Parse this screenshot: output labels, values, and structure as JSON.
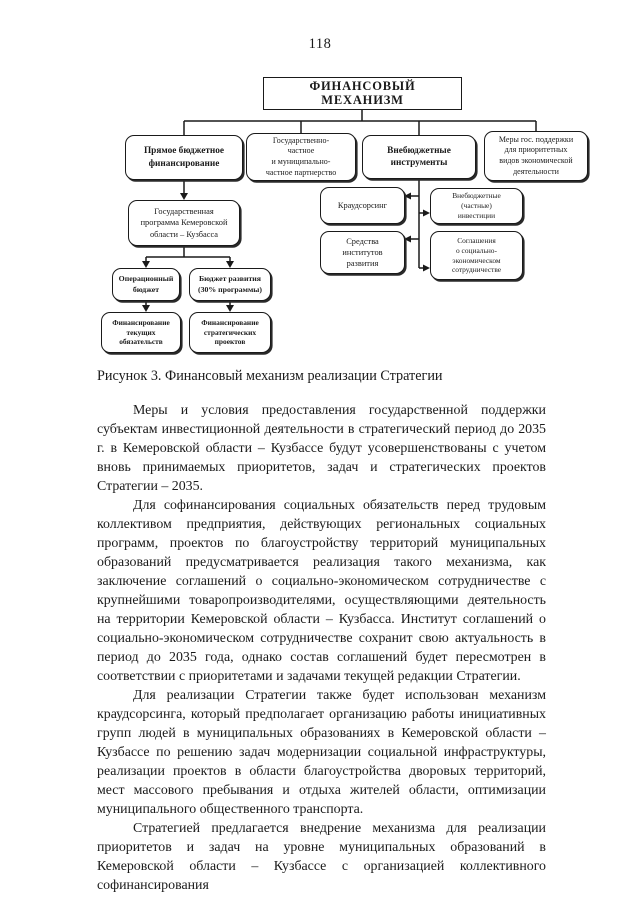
{
  "page": {
    "number": "118"
  },
  "diagram": {
    "root": "ФИНАНСОВЫЙ МЕХАНИЗМ",
    "branches": {
      "direct": "Прямое бюджетное\nфинансирование",
      "ppp": "Государственно-\nчастное\nи муниципально-\nчастное партнерство",
      "extrabudget": "Внебюджетные\nинструменты",
      "support": "Меры гос. поддержки\nдля приоритетных\nвидов экономической\nдеятельности"
    },
    "left": {
      "program": "Государственная\nпрограмма Кемеровской\nобласти – Кузбасса",
      "operational": "Операционный\nбюджет",
      "development": "Бюджет развития\n(30% программы)",
      "fin_current": "Финансирование\nтекущих\nобязательств",
      "fin_strategic": "Финансирование\nстратегических\nпроектов"
    },
    "right": {
      "crowdsourcing": "Краудсорсинг",
      "institutions": "Средства\nинститутов\nразвития",
      "investments": "Внебюджетные\n(частные)\nинвестиции",
      "agreements": "Соглашения\nо социально-\nэкономическом\nсотрудничестве"
    }
  },
  "figure": {
    "caption": "Рисунок 3. Финансовый механизм реализации Стратегии"
  },
  "body": {
    "paragraphs": [
      "Меры и условия предоставления государственной поддержки субъектам инвестиционной деятельности в стратегический период до 2035 г. в Кемеровской области – Кузбассе будут усовершенствованы с учетом вновь принимаемых приоритетов, задач и стратегических проектов Стратегии – 2035.",
      "Для софинансирования социальных обязательств перед трудовым коллективом предприятия, действующих региональных социальных программ, проектов по благоустройству территорий муниципальных образований предусматривается реализация такого механизма, как заключение соглашений о социально-экономическом сотрудничестве с крупнейшими товаропроизводителями, осуществляющими деятельность на территории Кемеровской области – Кузбасса. Институт соглашений о социально-экономическом сотрудничестве сохранит свою актуальность в период до 2035 года, однако состав соглашений будет пересмотрен в соответствии с приоритетами и задачами текущей редакции Стратегии.",
      "Для реализации Стратегии также будет использован механизм краудсорсинга, который предполагает организацию работы инициативных групп людей в муниципальных образованиях в Кемеровской области – Кузбассе по решению задач модернизации социальной инфраструктуры, реализации проектов в области благоустройства дворовых территорий, мест массового пребывания и отдыха жителей области, оптимизации муниципального общественного транспорта.",
      "Стратегией предлагается внедрение механизма для реализации приоритетов и задач на уровне муниципальных образований в Кемеровской области – Кузбассе с организацией коллективного софинансирования"
    ]
  }
}
